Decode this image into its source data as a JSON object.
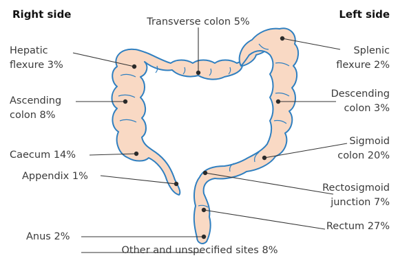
{
  "headers": {
    "right_side": "Right side",
    "left_side": "Left side"
  },
  "labels": {
    "transverse": "Transverse colon 5%",
    "hepatic_1": "Hepatic",
    "hepatic_2": "flexure 3%",
    "ascending_1": "Ascending",
    "ascending_2": "colon 8%",
    "caecum": "Caecum 14%",
    "appendix": "Appendix 1%",
    "anus": "Anus 2%",
    "other": "Other and unspecified sites 8%",
    "splenic_1": "Splenic",
    "splenic_2": "flexure 2%",
    "descending_1": "Descending",
    "descending_2": "colon 3%",
    "sigmoid_1": "Sigmoid",
    "sigmoid_2": "colon 20%",
    "rectosigmoid_1": "Rectosigmoid",
    "rectosigmoid_2": "junction 7%",
    "rectum": "Rectum 27%"
  },
  "colors": {
    "organ_fill": "#f9d9c4",
    "organ_outline": "#2f7fc0",
    "leader_line": "#333333"
  }
}
